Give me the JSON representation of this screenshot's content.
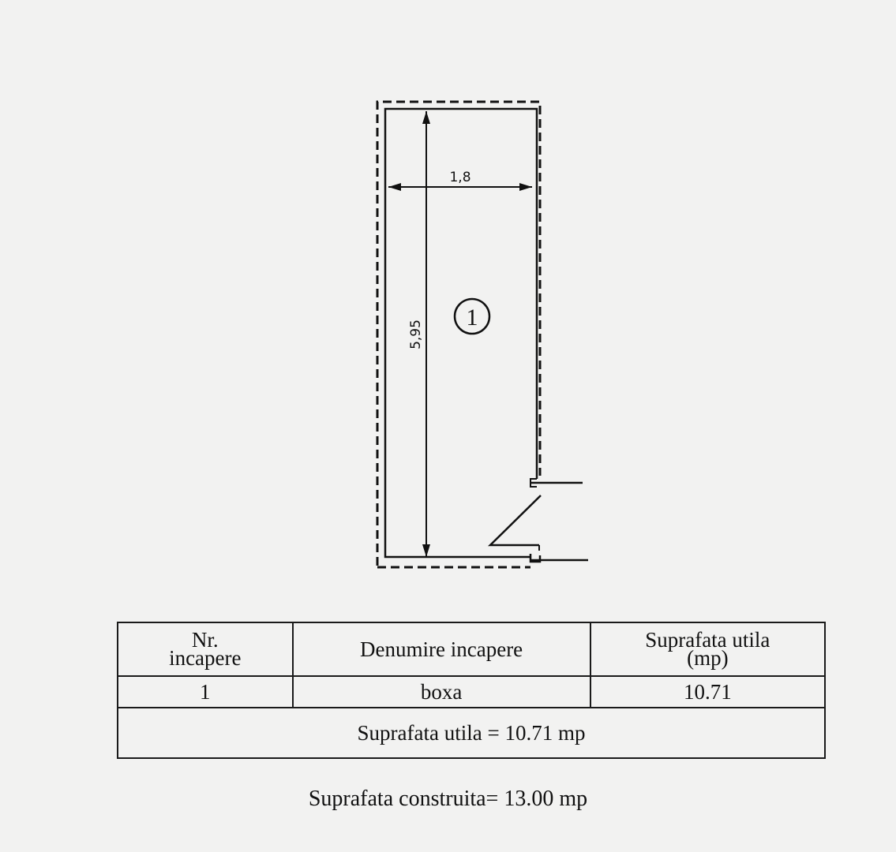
{
  "plan": {
    "width_label": "1,8",
    "length_label": "5,95",
    "room_number": "1"
  },
  "table": {
    "headers": [
      "Nr.\nincapere",
      "Denumire incapere",
      "Suprafata utila\n(mp)"
    ],
    "rows": [
      {
        "nr": "1",
        "name": "boxa",
        "area": "10.71"
      }
    ],
    "total_label": "Suprafata utila = 10.71 mp"
  },
  "footer": {
    "constructed_label": "Suprafata construita= 13.00 mp"
  }
}
